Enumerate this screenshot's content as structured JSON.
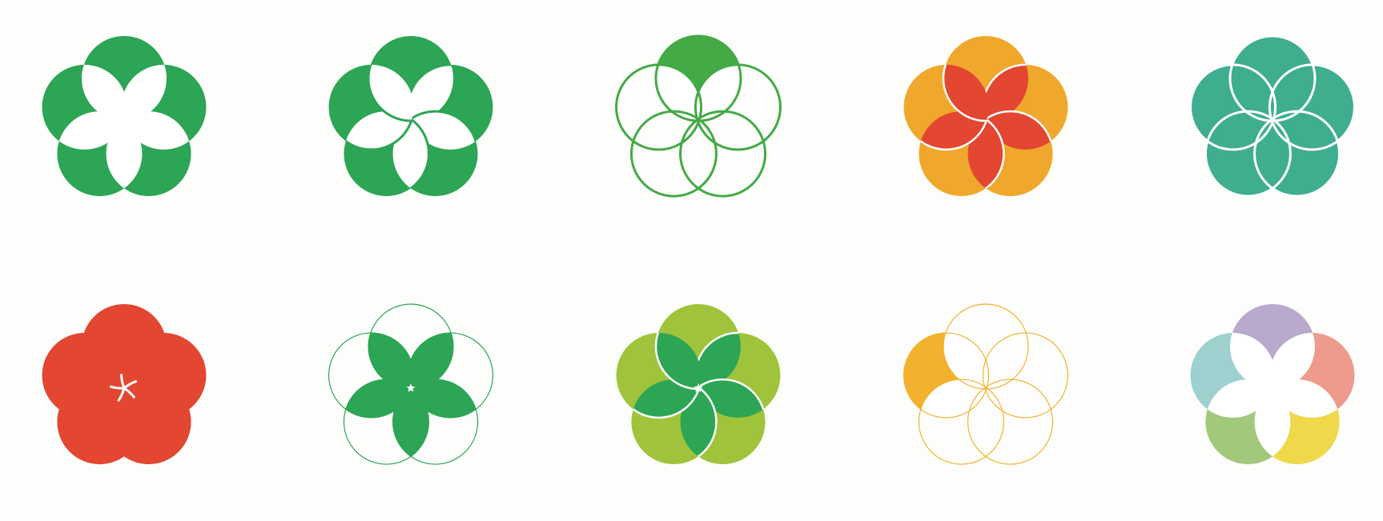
{
  "title": "",
  "colors": {
    "background": "#fdfdfc",
    "green": "#2ca554",
    "mid_green": "#43aa45",
    "orange": "#f0a82c",
    "red": "#e34631",
    "teal": "#3fae8e",
    "lime": "#9fc43c",
    "amber": "#f2b22e",
    "purple": "#b8a9cd",
    "salmon": "#ee9a8c",
    "yellow": "#efd84a",
    "sage": "#a2c97b",
    "aqua": "#9fd0d0",
    "white": "#ffffff"
  },
  "rows": [
    {
      "name": "top-row",
      "icons": [
        {
          "name": "green-flower-white-petals",
          "variant": "white-petals",
          "color": "green"
        },
        {
          "name": "green-flower-outlined",
          "variant": "outlined-petals",
          "color": "green"
        },
        {
          "name": "green-outline-rings",
          "variant": "rings-outline",
          "color": "mid_green"
        },
        {
          "name": "orange-red-flower",
          "variant": "filled-petals",
          "color": "orange",
          "petal_color": "red"
        },
        {
          "name": "teal-flower",
          "variant": "full-fill-lines",
          "color": "teal"
        }
      ]
    },
    {
      "name": "bottom-row",
      "icons": [
        {
          "name": "red-pinwheel",
          "variant": "pinwheel",
          "color": "red"
        },
        {
          "name": "green-star-petals",
          "variant": "thin-outline-petals",
          "color": "green",
          "center_star": true
        },
        {
          "name": "lime-green-flower",
          "variant": "filled-petals",
          "color": "lime",
          "petal_color": "green",
          "center_star": true
        },
        {
          "name": "amber-outline-rings",
          "variant": "single-ring-fill",
          "color": "amber"
        },
        {
          "name": "multicolor-flower",
          "variant": "multicolor",
          "color": "green",
          "multi": [
            "purple",
            "salmon",
            "yellow",
            "sage",
            "aqua"
          ]
        }
      ]
    }
  ]
}
